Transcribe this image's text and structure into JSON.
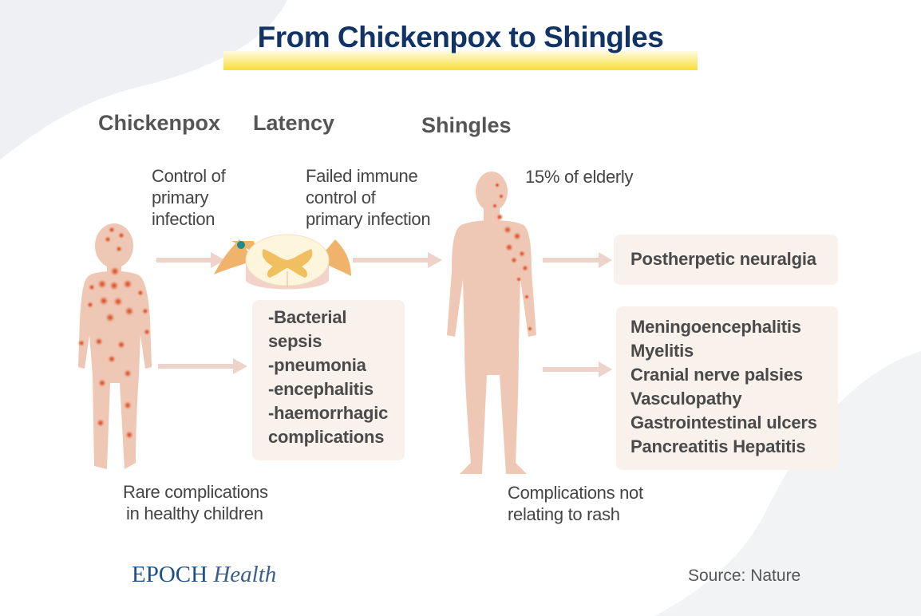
{
  "title": "From Chickenpox to Shingles",
  "stages": {
    "chickenpox": "Chickenpox",
    "latency": "Latency",
    "shingles": "Shingles"
  },
  "labels": {
    "control": [
      "Control of",
      "primary",
      "infection"
    ],
    "failed": [
      "Failed immune",
      "control of",
      "primary infection"
    ],
    "elderly": "15% of elderly",
    "rare": [
      "Rare complications",
      "in healthy children"
    ],
    "not_rash": [
      "Complications not",
      "relating to rash"
    ]
  },
  "latency_complications": [
    "-Bacterial",
    "sepsis",
    "-pneumonia",
    "-encephalitis",
    "-haemorrhagic",
    "complications"
  ],
  "postherpetic": "Postherpetic neuralgia",
  "shingles_complications": [
    "Meningoencephalitis",
    "Myelitis",
    "Cranial nerve palsies",
    "Vasculopathy",
    "Gastrointestinal ulcers",
    "Pancreatitis Hepatitis"
  ],
  "logo": {
    "brand": "EPOCH",
    "section": "Health"
  },
  "source": "Source: Nature",
  "colors": {
    "title": "#123366",
    "highlight": "#f8de3a",
    "skin": "#efc7b5",
    "arrow": "#edd3ca",
    "box": "#f8f1ec"
  }
}
